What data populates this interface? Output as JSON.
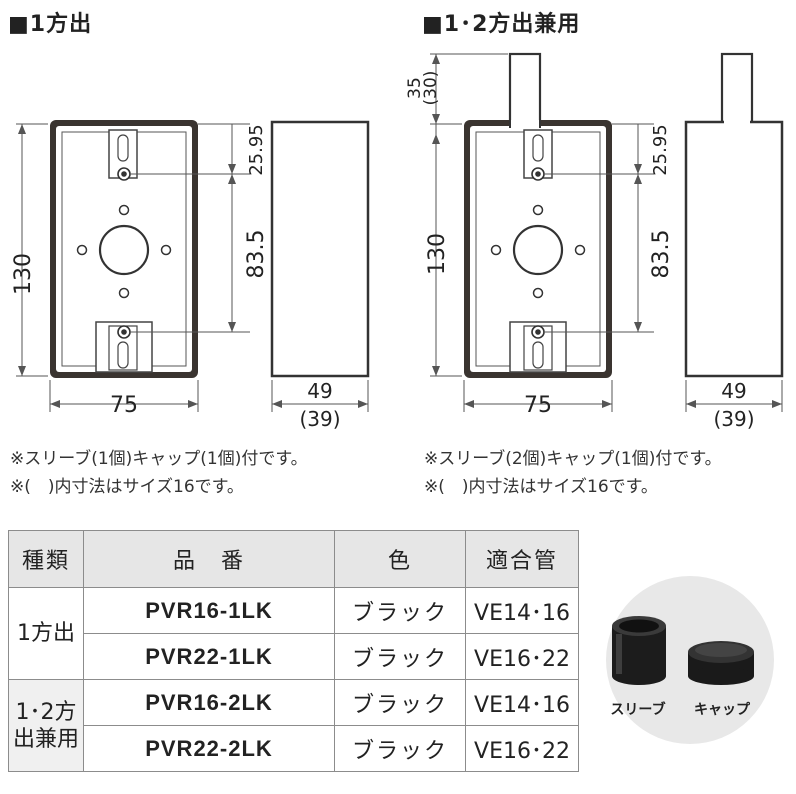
{
  "left": {
    "heading": "■1方出",
    "dims": {
      "height": "130",
      "top_offset": "25.95",
      "pitch": "83.5",
      "width": "75",
      "depth": "49",
      "depth_alt": "(39)"
    },
    "note1": "※スリーブ(1個)キャップ(1個)付です。",
    "note2": "※(　)内寸法はサイズ16です。"
  },
  "right": {
    "heading": "■1･2方出兼用",
    "dims": {
      "height": "130",
      "top_offset": "25.95",
      "pitch": "83.5",
      "width": "75",
      "depth": "49",
      "depth_alt": "(39)",
      "sleeve": "35",
      "sleeve_alt": "(30)"
    },
    "note1": "※スリーブ(2個)キャップ(1個)付です。",
    "note2": "※(　)内寸法はサイズ16です。"
  },
  "table": {
    "headers": [
      "種類",
      "品　番",
      "色",
      "適合管"
    ],
    "groups": [
      {
        "type": "1方出",
        "rows": [
          {
            "model": "PVR16-1LK",
            "color": "ブラック",
            "pipe": "VE14･16"
          },
          {
            "model": "PVR22-1LK",
            "color": "ブラック",
            "pipe": "VE16･22"
          }
        ]
      },
      {
        "type_line1": "1･2方",
        "type_line2": "出兼用",
        "rows": [
          {
            "model": "PVR16-2LK",
            "color": "ブラック",
            "pipe": "VE14･16"
          },
          {
            "model": "PVR22-2LK",
            "color": "ブラック",
            "pipe": "VE16･22"
          }
        ]
      }
    ]
  },
  "accessories": {
    "sleeve_label": "スリーブ",
    "cap_label": "キャップ"
  },
  "colors": {
    "box_fill": "#3a3430",
    "box_inner": "#ffffff",
    "header_bg": "#e6e6e6",
    "accessory_circle": "#e8e8e8"
  }
}
